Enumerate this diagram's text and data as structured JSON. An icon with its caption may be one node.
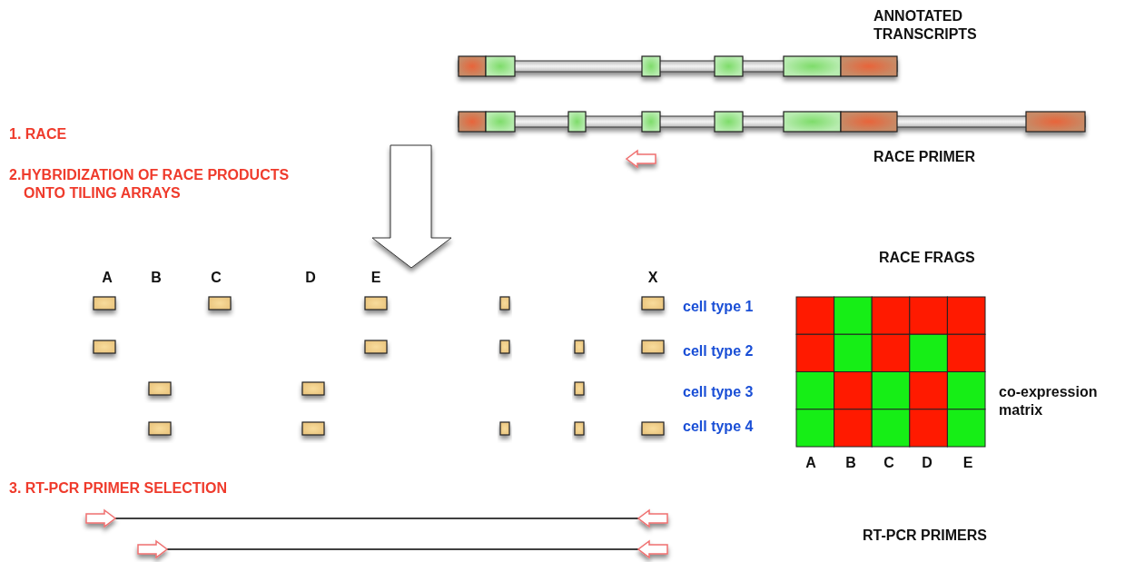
{
  "diagram": {
    "nodes": [
      {
        "text": [],
        "shape": "arrow"
      },
      {
        "text": [],
        "shape": "arrow"
      },
      {
        "text": [],
        "shape": "arrow"
      },
      {
        "text": [],
        "shape": "arrow"
      }
    ],
    "edges": [
      {
        "from": 0,
        "to": 1,
        "arrow": "none"
      },
      {
        "from": 2,
        "to": 3,
        "arrow": "none"
      }
    ],
    "labels": [
      "ANNOTATED TRANSCRIPTS",
      "1. RACE",
      "2.HYBRIDIZATION OF RACE PRODUCTS ONTO TILING ARRAYS",
      "RACE PRIMER",
      "RACE FRAGS",
      "A",
      "B",
      "C",
      "D",
      "E",
      "X",
      "cell type 1",
      "cell type 2",
      "cell type 3",
      "co-expression matrix",
      "cell type 4",
      "A",
      "B",
      "C",
      "D",
      "E",
      "3. RT-PCR PRIMER SELECTION",
      "RT-PCR PRIMERS"
    ]
  }
}
